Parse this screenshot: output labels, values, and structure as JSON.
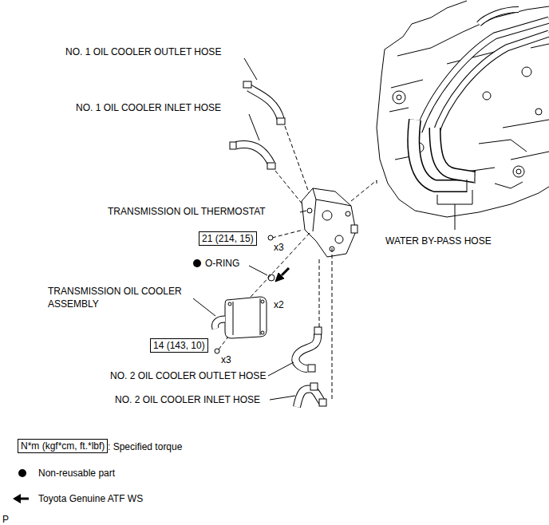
{
  "diagram": {
    "nodes": [
      {
        "text": [
          "21 (214, 15)"
        ]
      },
      {
        "text": [
          "14 (143, 10)"
        ]
      },
      {
        "text": [
          "N*m (kgf*cm, ft.*lbf)"
        ]
      }
    ],
    "labels": [
      "NO. 1 OIL COOLER OUTLET HOSE",
      "NO. 1 OIL COOLER INLET HOSE",
      "TRANSMISSION OIL THERMOSTAT",
      "x3",
      "WATER BY-PASS HOSE",
      "O-RING",
      "x2",
      "TRANSMISSION OIL COOLER ASSEMBLY",
      "x3",
      "NO. 2 OIL COOLER OUTLET HOSE",
      "NO. 2 OIL COOLER INLET HOSE",
      "P"
    ],
    "legend": [
      {
        "text": ": Specified torque"
      },
      {
        "text": "Non-reusable part"
      },
      {
        "text": "Toyota Genuine ATF WS"
      }
    ]
  }
}
